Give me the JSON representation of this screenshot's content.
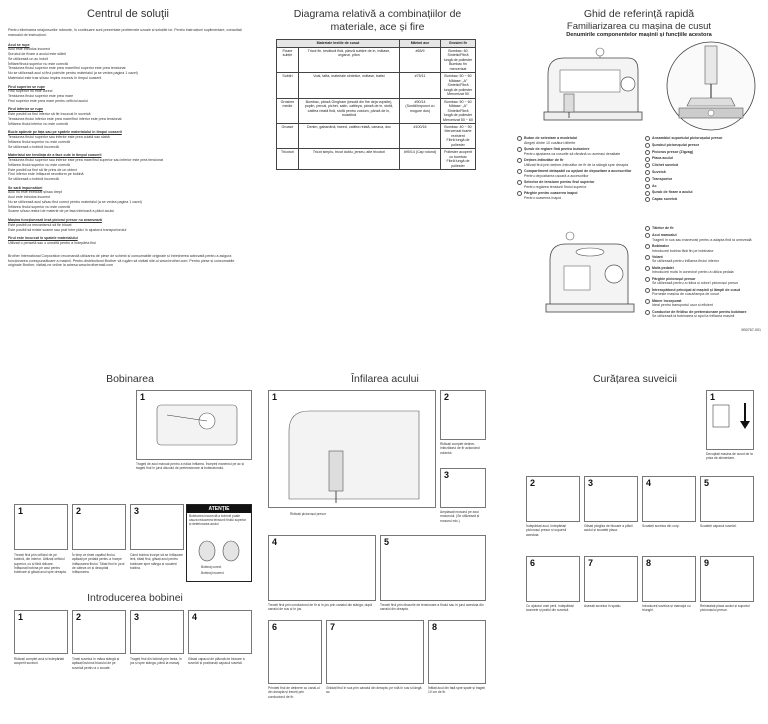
{
  "troubleshoot": {
    "title": "Centrul de soluţii",
    "intro": "Pentru eliminarea neajunsurilor mărunte, în continuare sunt prezentate problemele uzuale și soluțiile lor. Pentru instrucțiuni suplimentare, consultați manualul de instrucțiuni.",
    "sections": [
      {
        "title": "Acul se rupe",
        "lines": [
          "Acul este introdus incorect",
          "Șurubul de fixare a acului este slăbit",
          "Se utilizează un ac îndoit",
          "Înfilare/firului superior nu este corectă",
          "Tensiunea firului superior este prea mare/firul superior este prea tensionat",
          "Nu se utilizează acul și firul potrivite pentru materialul (a se vedea pagina 1 cazei)",
          "Materialul este tras și/sau împins excesiv în timpul coaserii"
        ]
      },
      {
        "title": "Firul superior se rupe",
        "lines": [
          "Firul superior nu este corect",
          "Tensiunea firului superior este prea mare",
          "Firul superior este prea mare pentru orificiul acului"
        ]
      },
      {
        "title": "Firul inferior se rupe",
        "lines": [
          "Este posibil ca firul inferior să fie încurcat în suveică",
          "Tensiunea firului inferior este prea mare/firul inferior este prea tensionat",
          "Înfilarea firului inferior nu este corectă"
        ]
      },
      {
        "title": "Bucle apărute pe fața sau pe spatele materialului în timpul coaserii",
        "lines": [
          "Tensiunea firului superior sau inferior este prea cuiată sau slabă",
          "Înfilarea firului superior nu este corectă",
          "Se utilizează o bobină incorectă"
        ]
      },
      {
        "title": "Materialul are tendința de a face cute în timpul coaserii",
        "lines": [
          "Tensiunea firului superior sau inferior este prea mare/firul superior sau inferior este prea tensionat",
          "Înfilarea firului superior nu este corectă",
          "Este posibil ca firul să fie prins de un obiect",
          "Firul inferior este înfășurat neuniform pe bobină",
          "Se utilizează o bobină incorectă"
        ]
      },
      {
        "title": "Se sară împunsături",
        "lines": [
          "Acul nu este executat și/sau drept",
          "Acul este introdus incorect",
          "Nu se utilizează acul și/sau firul corect pentru materialul (a se vedea pagina 1 cazei)",
          "Înfilarea firului superior nu este corectă",
          "Scame și/sau resturi de materie de pe fața inferioară a plăcii acului"
        ]
      },
      {
        "title": "Mașina funcționează însă piciorul presor nu avansează",
        "lines": [
          "Este posibil ca mecanismul să fie blocat",
          "Este posibil să existe scame sau praf între plăci în ajustorul transportorului"
        ]
      },
      {
        "title": "Firul este încurcat în spatele materialului",
        "lines": [
          "Utilizați o pensetă sau o unealtă pentru a îndepărta firul"
        ]
      }
    ],
    "note": "Brother International Corporation recomandă utilizarea de piese de schimb și consumabile originale și întreținerea adecvată pentru a asigura funcționarea corespunzătoare a mașinii. Pentru distribuitorul Brother vă rugăm să vizitați site-ul www.brother.com. Pentru piese și consumabile originale Brother, vizitați-ne online la adresa www.brothermall.com"
  },
  "chart": {
    "title": "Diagrama relativă a combinațiilor de materiale, ace și fire",
    "headers": [
      "Materiale textile de cusut",
      "",
      "Mărimi ace",
      "Grosimi fir"
    ],
    "rows": [
      [
        "Fixare subțiri",
        "Tricot fin, țesătură fină, pânză subțire de in, mătase, organzi, piton",
        "#65/9",
        "Bumbac: 60\nSintetic/Fibră lungă de poliester\nBumbac fin mercerizat"
      ],
      [
        "Subțiri",
        "Voal, tafta, materiale sintetice, mătase, batist",
        "#75/11",
        "Bumbac: 50 ~ 60\nMătase: „A”\nSintetic/Fibră lungă de poliester\nMercerizat 50"
      ],
      [
        "Grosime medie",
        "Bumbac, pânză Gingham (țesută din fire deja vopsite), poplin, percal, pichet, satin, cattleya, pânză de in, stofă, catifea reiată fină, stofă pentru costum, pânză de in, muselină",
        "#90/14 (Suntă/Impunct cu mugure dus)",
        "Bumbac: 50 ~ 60\nMătase: „A”\nSintetic/Fibră lungă de poliester\nMercerizat 50 ~ 60"
      ],
      [
        "Groase",
        "Denim, gabardină, tweed, catifea reiată, canava, doc",
        "#100/16",
        "Bumbac: 40 ~ 50\nMercerizat foarte rezistent\nFibră lungă de poliester"
      ],
      [
        "Tricoturi",
        "Tricot simplu, tricot dublu, jerseu, alte tricoturi",
        "#90/14 (Cap rotund)",
        "Poliester acoperit cu bumbac\nFibră lungă de poliester"
      ]
    ]
  },
  "guide": {
    "title": "Ghid de referință rapidă",
    "subtitle": "Familiarizarea cu mașina de cusut",
    "subsubtitle": "Denumirile componentelor mașinii și funcțiile acestora",
    "legend_left": [
      {
        "label": "Buton de selectare a modelului",
        "desc": "Alegeți dintre 10 cusături diferite"
      },
      {
        "label": "Șurub de reglare fină pentru butoniere",
        "desc": "Pentru ajustarea ca cusurile să rămână cu aceeași densitate"
      },
      {
        "label": "Deținer-întinzător de fir",
        "desc": "Utilizați firul prin deținer-întinzător de fir de la stângă spre dreapta"
      },
      {
        "label": "Compartiment detașabil cu opțiuni de depozitare a accesoriilor",
        "desc": "Pentru depozitarea ușoară a accesoriilor"
      },
      {
        "label": "Selector de tensiune pentru firul superior",
        "desc": "Pentru reglarea tensiunii firului superior"
      },
      {
        "label": "Pârghie pentru coaserea înapoi",
        "desc": "Pentru coaserea înapoi"
      }
    ],
    "legend_right": [
      {
        "label": "Ansamblul suportului piciorușului presor"
      },
      {
        "label": "Șurubul piciorușului presor"
      },
      {
        "label": "Piciorus presor (Zigzag)"
      },
      {
        "label": "Placa acului"
      },
      {
        "label": "Clichet suveică"
      },
      {
        "label": "Suveică"
      },
      {
        "label": "Transportor"
      },
      {
        "label": "Ac"
      },
      {
        "label": "Șurub de fixare a acului"
      },
      {
        "label": "Capac suveică"
      }
    ],
    "legend_back": [
      {
        "label": "Tăietor de fir",
        "desc": ""
      },
      {
        "label": "Acul manualul",
        "desc": "Tragerii în sus sau manevrați pentru a adapta fină la umezeală"
      },
      {
        "label": "Bobinator",
        "desc": "Introduceți bobina fără fin pe bobinator"
      },
      {
        "label": "Volant",
        "desc": "Se utilizează pentru înfilarea firului inferior"
      },
      {
        "label": "Mufa pedalei",
        "desc": "Introduceți mufa în conectori pentru a utiliza pedala"
      },
      {
        "label": "Pârghie piciorușul presor",
        "desc": "Se utilizează pentru a ridica și coborî piciorușul presor"
      },
      {
        "label": "Întrerupătorul principal al mașinii și lămpii de cusut",
        "desc": "Pornește mașina de cusut/lampa de cusut"
      },
      {
        "label": "Mâner încorporat",
        "desc": "Ideal pentru transportul ușor și eficient"
      },
      {
        "label": "Conductor de fir/disc de pretensionare pentru bobinare",
        "desc": "Se utilizează la bobinarea și apoi la înfilarea mașinii"
      }
    ],
    "code": "XB0767-001"
  },
  "bobbin": {
    "title": "Bobinarea",
    "attention_title": "ATENȚIE",
    "attention_text": "Bobinarea incorectă a bobinei poate cauza reducerea tensiunii firului superior și deteriorarea acului",
    "caption_main": "Trageți de acul manual pentru a ridica înfilarea. Începeți manevrul pe ac și trageți firul în jurul discului de pretensionare al bobinatorului.",
    "correct": "Bobinaj corect",
    "incorrect": "Bobinaj incorect",
    "captions": [
      "Treceți firul prin orificiul de pe bobină, din interior. Utilizați orificiul superior, cu și fără ridicare. Înfășurați bobina pe axul pentru bobinare și glisați axul spre dreapta.",
      "În timp ce țineți capătul firului, apăsați pe pedală pentru a începe înfășurarea firului. Tăiați firul în jurul de câteva ori și decuplați înfășurarea.",
      "Când bobina începe să se înfășoare lent, tăiați firul, glisați axul pentru bobinare spre stânga și scoateți bobina."
    ]
  },
  "insert": {
    "title": "Introducerea bobinei",
    "captions": [
      "Ridicați complet acul și îndepărtați acoperit suveicii.",
      "Țineți suveica în mâna stângă și apăsați butonul blocului de pe suveică pentru a o scoate.",
      "Trageți firul din bobină prin fanta, în jos și spre stânga, până la marcaj.",
      "Glisați capacul de plăcuță de blocare a suveicii și poziționați capacul suveicii."
    ]
  },
  "threading": {
    "title": "Înfilarea acului",
    "captions": [
      "Ridicați piciorușul presor",
      "Ridicați complet deținer-întinzătorul de fir acționând volantul.",
      "Amplasați mosorul pe axul mosorului. (Se utilizează și mosorul mic.)",
      "Treceți firul prin conductorul de fir și în jos prin canalul din stânga, după canalul de sus și în jos.",
      "Treceți firul prin discurile de tensionare a firului sau în jurul acestuia din canalul din dreapta.",
      "Prindeți firul de deținere cu canal-ul din dreapta și treceți prin conductorul de fir.",
      "Ghidați firul în sus prin canalul din dreapta, pe rolă în sus și lângă ac.",
      "Înfilați acul din față spre spate și trageți 10 cm de fir."
    ]
  },
  "cleaning": {
    "title": "Curățarea suveicii",
    "captions": [
      "Decuplați mașina de cusut de la priza de alimentare.",
      "Îndepărtați acul, îndepărtați piciorușul presor și suportul acestuia.",
      "Glisați pârghia de blocare a plăcii acului și scoateți placa.",
      "Scoateți suveica din corp.",
      "Scoateți capacul suveicii.",
      "Cu ajutorul unei perii, îndepărtați scamele și praful din suveică.",
      "Așezați suveica în spațiu.",
      "Introduceți suveica și marcajul cu triunghi.",
      "Reinstalați placa acului și suportul piciorușului presor."
    ]
  }
}
